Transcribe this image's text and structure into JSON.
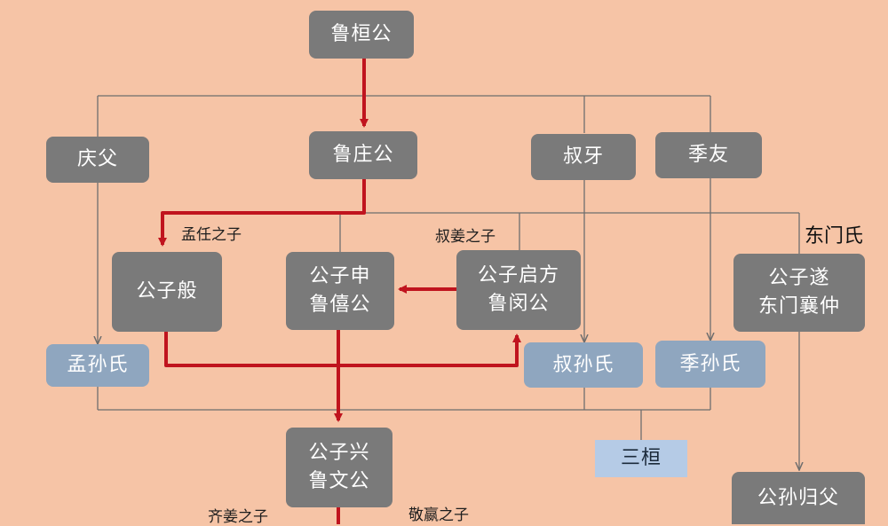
{
  "colors": {
    "background": "#f6c4a6",
    "node_gray": "#7a7a7a",
    "node_blue": "#8fa6bf",
    "node_light": "#b5cbe6",
    "succession_arrow": "#c0141e",
    "thin_line": "#6e6e6e"
  },
  "nodes": {
    "lu_huan_gong": "鲁桓公",
    "lu_zhuang_gong": "鲁庄公",
    "qing_fu": "庆父",
    "shu_ya": "叔牙",
    "ji_you": "季友",
    "gongzi_ban": "公子般",
    "gongzi_shen": "公子申",
    "lu_xi_gong": "鲁僖公",
    "gongzi_qifang": "公子启方",
    "lu_min_gong": "鲁闵公",
    "gongzi_sui": "公子遂",
    "dongmen_xiangzhong": "东门襄仲",
    "mengsun_shi": "孟孙氏",
    "shusun_shi": "叔孙氏",
    "jisun_shi": "季孙氏",
    "gongzi_xing": "公子兴",
    "lu_wen_gong": "鲁文公",
    "san_huan": "三桓",
    "gongsun_guifu": "公孙归父"
  },
  "labels": {
    "meng_ren_zhi_zi": "孟任之子",
    "shu_jiang_zhi_zi": "叔姜之子",
    "dongmen_shi": "东门氏",
    "qi_jiang_zhi_zi": "齐姜之子",
    "jing_ying_zhi_zi": "敬嬴之子"
  }
}
